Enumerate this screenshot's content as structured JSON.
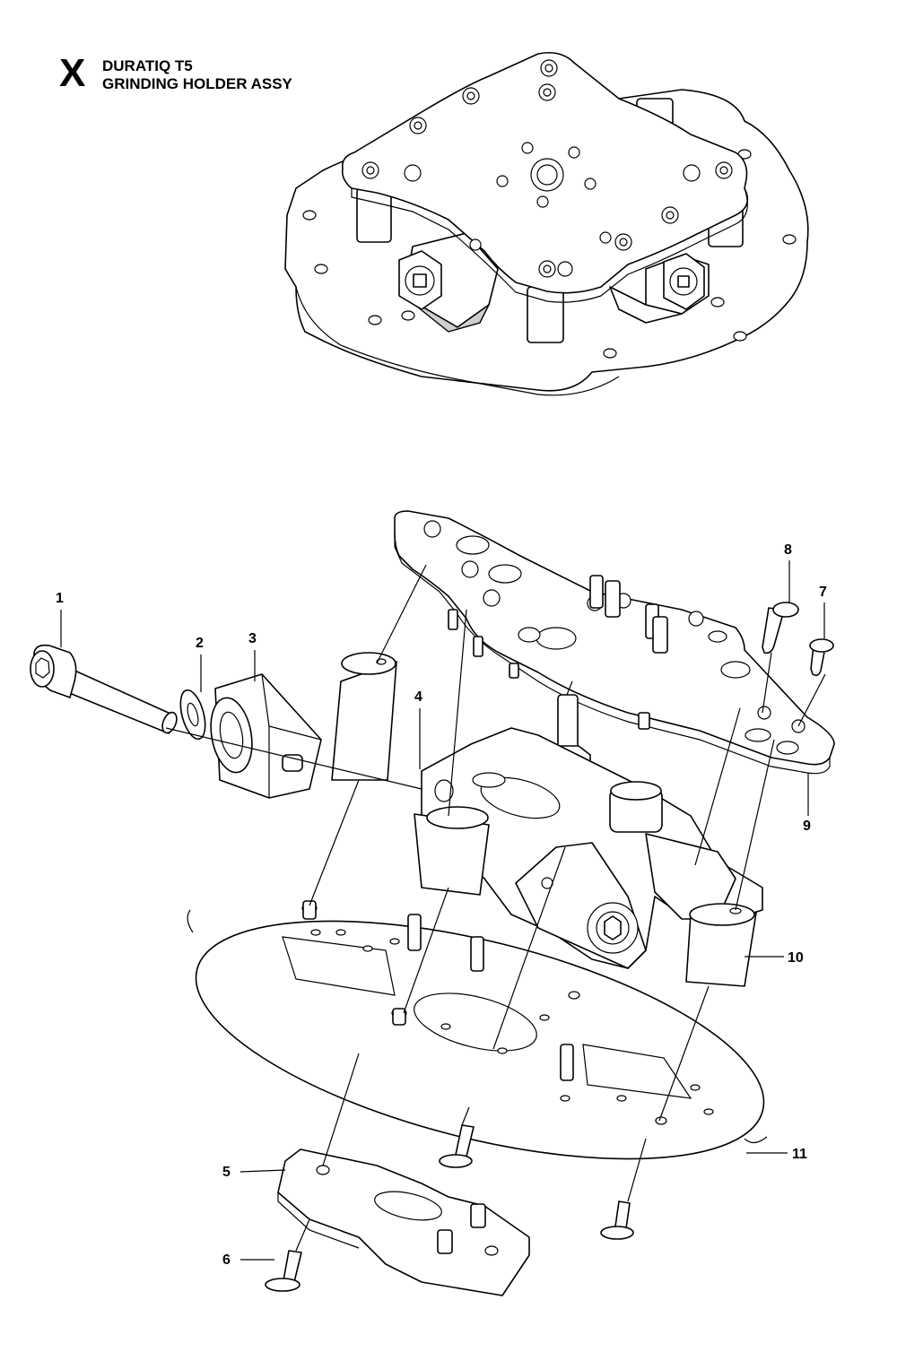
{
  "header": {
    "section_letter": "X",
    "model": "DURATIQ T5",
    "assembly": "GRINDING HOLDER ASSY"
  },
  "callouts": [
    "1",
    "2",
    "3",
    "4",
    "5",
    "6",
    "7",
    "8",
    "9",
    "10",
    "11"
  ]
}
